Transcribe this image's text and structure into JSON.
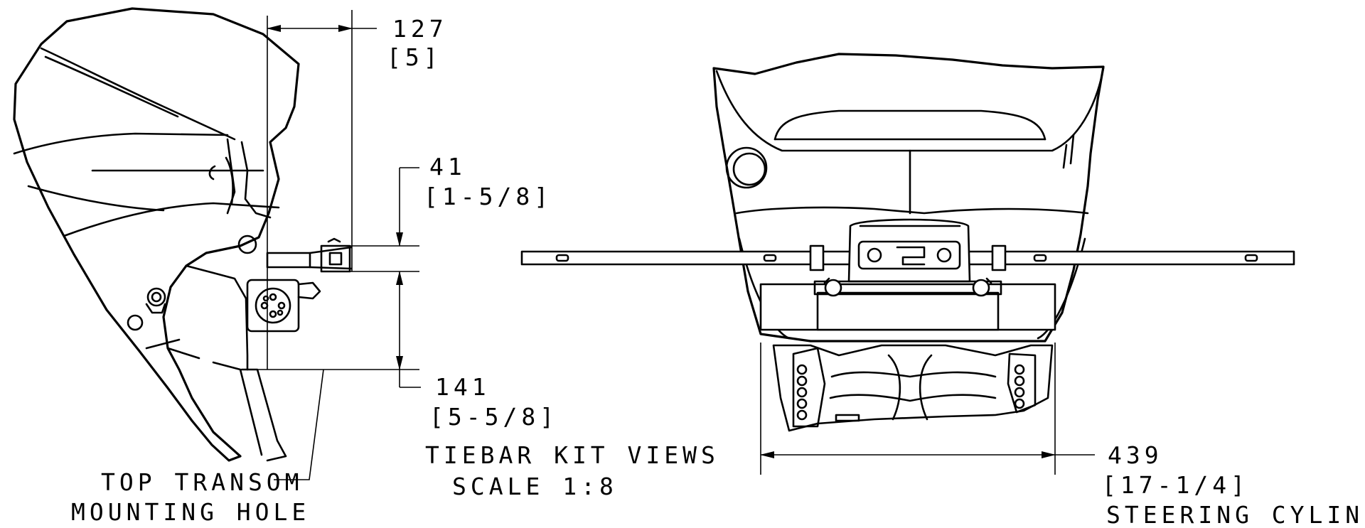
{
  "dimensions": {
    "top_offset": {
      "metric": "127",
      "imperial": "[5]"
    },
    "bracket_height": {
      "metric": "41",
      "imperial": "[1-5/8]"
    },
    "transom_drop": {
      "metric": "141",
      "imperial": "[5-5/8]"
    },
    "cylinder_width": {
      "metric": "439",
      "imperial": "[17-1/4]",
      "note": "STEERING CYLINDER"
    }
  },
  "callouts": {
    "mounting_hole_line1": "TOP TRANSOM",
    "mounting_hole_line2": "MOUNTING HOLE"
  },
  "view_label": {
    "title": "TIEBAR KIT VIEWS",
    "scale": "SCALE  1:8"
  },
  "colors": {
    "line": "#000000",
    "background": "#ffffff"
  }
}
